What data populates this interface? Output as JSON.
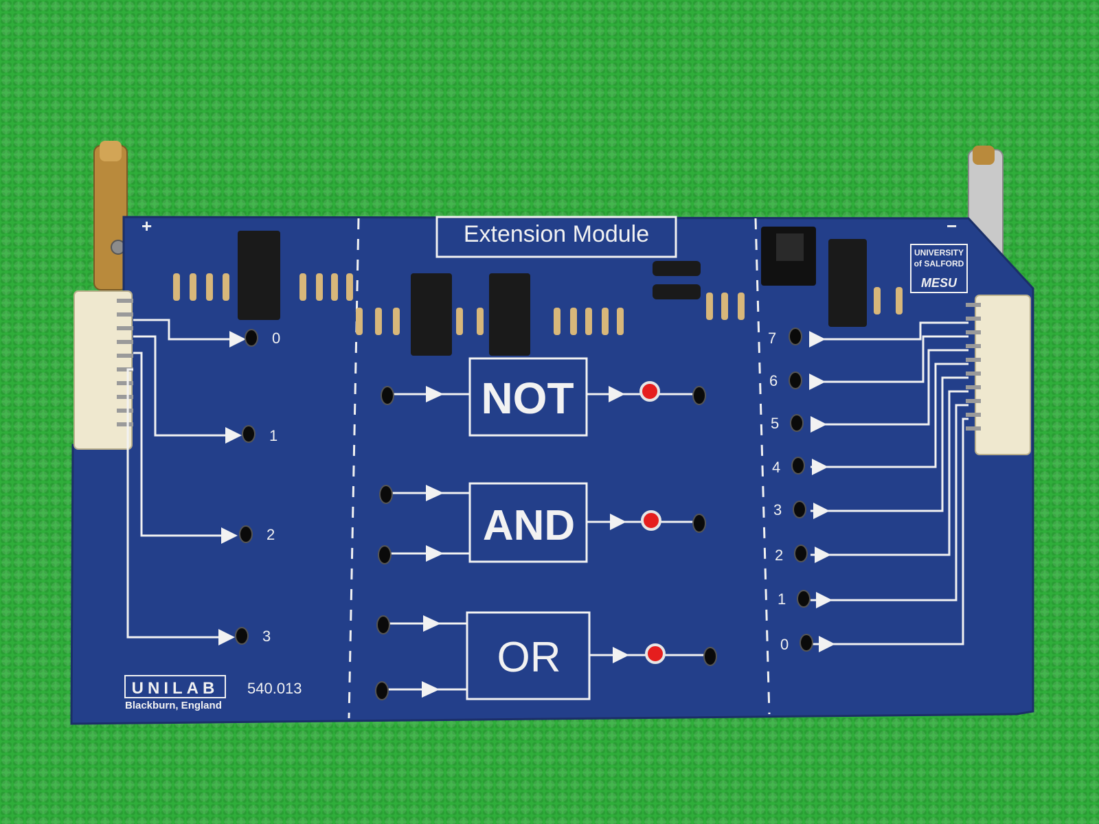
{
  "board": {
    "title": "Extension Module",
    "gate_not": "NOT",
    "gate_and": "AND",
    "gate_or": "OR",
    "plus_label": "+",
    "minus_label": "−",
    "left_outputs": [
      "0",
      "1",
      "2",
      "3"
    ],
    "right_inputs": [
      "7",
      "6",
      "5",
      "4",
      "3",
      "2",
      "1",
      "0"
    ],
    "maker_logo": "UNILAB",
    "maker_place": "Blackburn, England",
    "part_number": "540.013",
    "uni_logo": [
      "UNIVERSITY",
      "of SALFORD"
    ],
    "uni_badge": "MESU"
  },
  "colors": {
    "background": "#2fae3a",
    "pcb": "#233f8a",
    "silkscreen": "#f2f2f2",
    "led": "#e51e1e",
    "ic": "#1a1a1a",
    "connector": "#efe8cf",
    "brass": "#b98a3c"
  }
}
